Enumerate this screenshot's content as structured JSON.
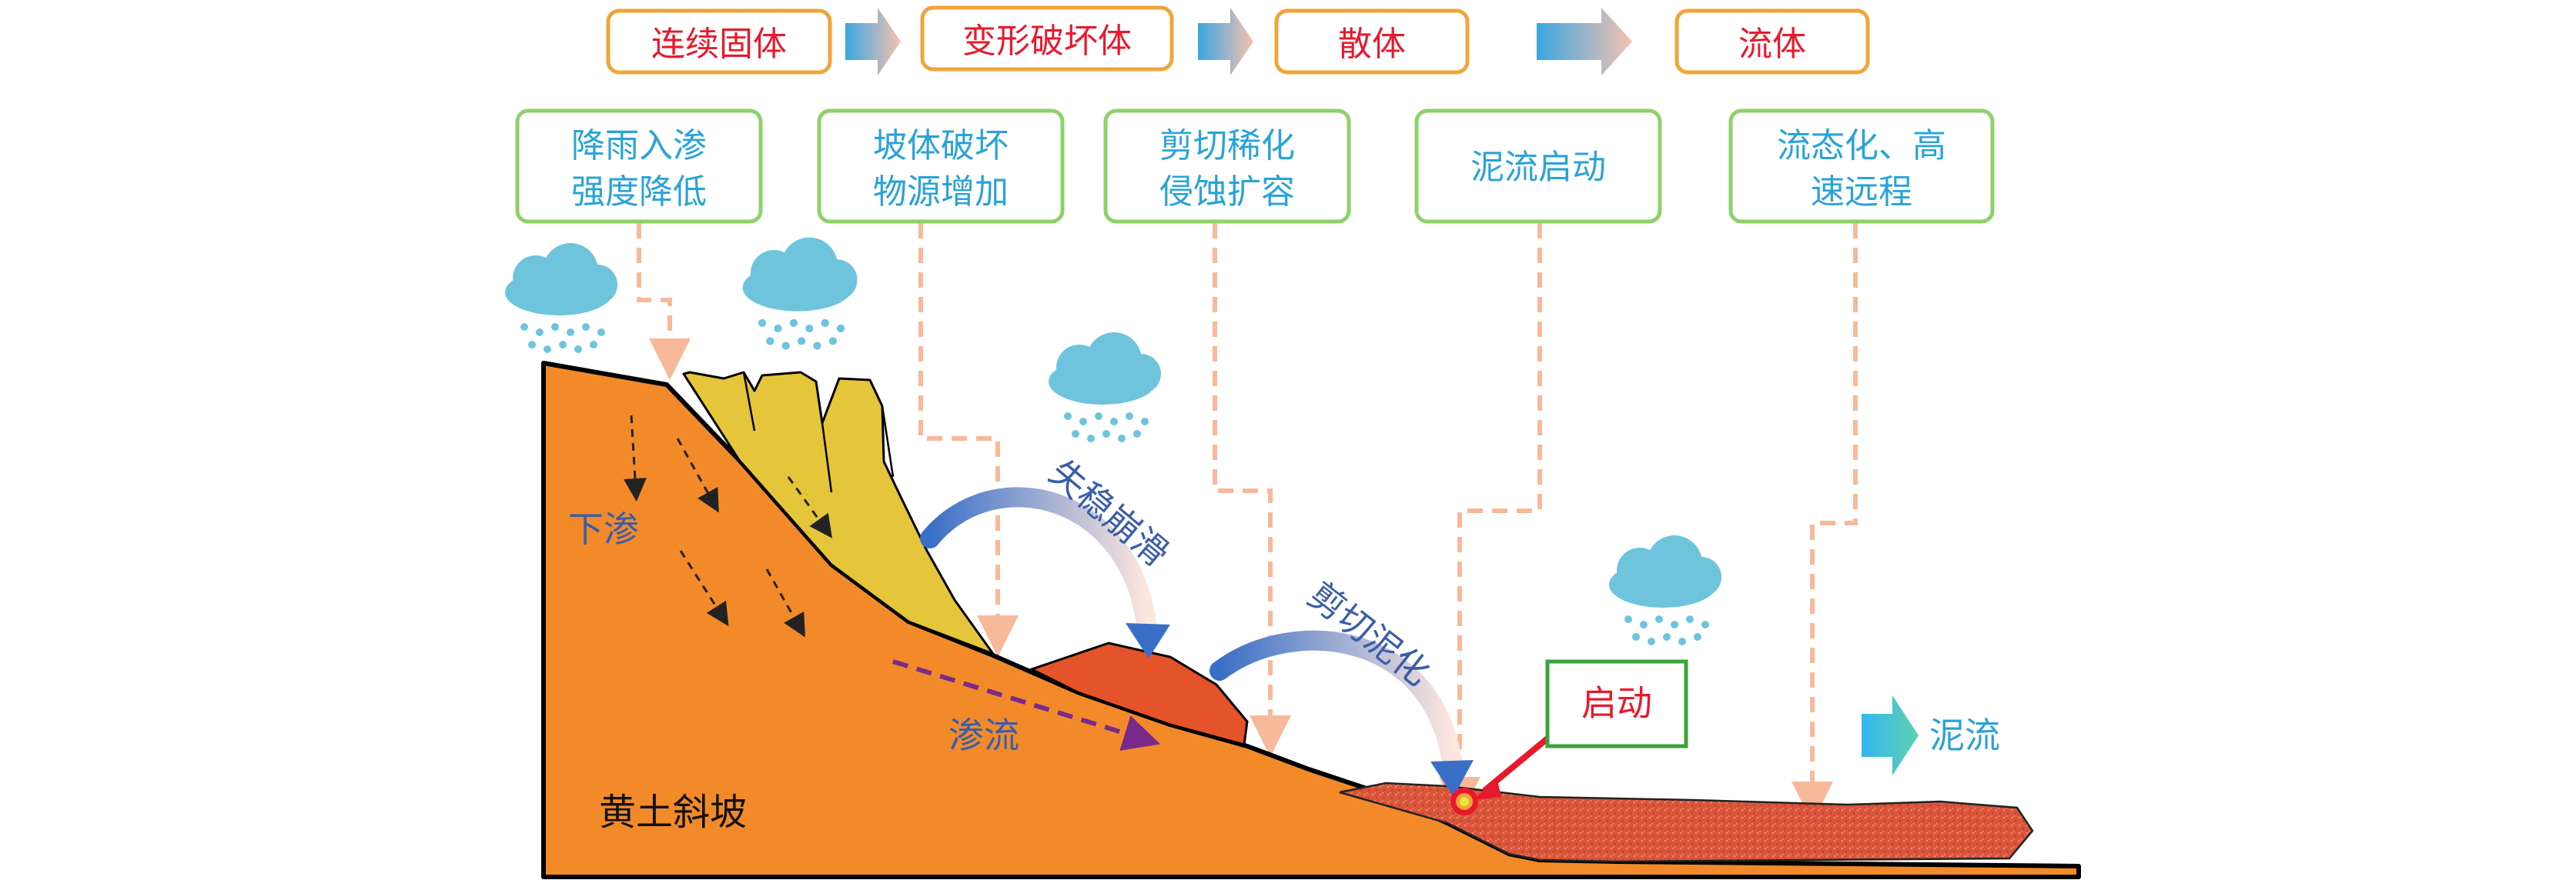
{
  "stages": [
    {
      "label": "连续固体",
      "color": "#e8192c"
    },
    {
      "label": "变形破坏体",
      "color": "#e8192c"
    },
    {
      "label": "散体",
      "color": "#e8192c"
    },
    {
      "label": "流体",
      "color": "#e8192c"
    }
  ],
  "processes": [
    {
      "lines": [
        "降雨入渗",
        "强度降低"
      ]
    },
    {
      "lines": [
        "坡体破坏",
        "物源增加"
      ]
    },
    {
      "lines": [
        "剪切稀化",
        "侵蚀扩容"
      ]
    },
    {
      "lines": [
        "泥流启动"
      ]
    },
    {
      "lines": [
        "流态化、高",
        "速远程"
      ]
    }
  ],
  "labels": {
    "infiltration": "下渗",
    "seepage": "渗流",
    "slope": "黄土斜坡",
    "collapse": "失稳崩滑",
    "shear": "剪切泥化",
    "start": "启动",
    "mudflow": "泥流"
  },
  "colors": {
    "stage_border": "#f0a53a",
    "process_border": "#8ed16a",
    "process_text": "#2aa3d6",
    "slope_fill": "#f28a2a",
    "block_fill": "#e5c53a",
    "slide_fill": "#e4532a",
    "mud_fill": "#d8523a",
    "cloud": "#6ec4dc",
    "dash_connector": "#f7b99a",
    "label_blue": "#3a5ea8",
    "start_text": "#e8192c",
    "start_border": "#3aa33a",
    "mudflow_text": "#2aa3d6"
  },
  "icons": [
    "cloud-rain-icon",
    "arrow-right-icon",
    "curved-arrow-icon",
    "start-point-icon"
  ]
}
